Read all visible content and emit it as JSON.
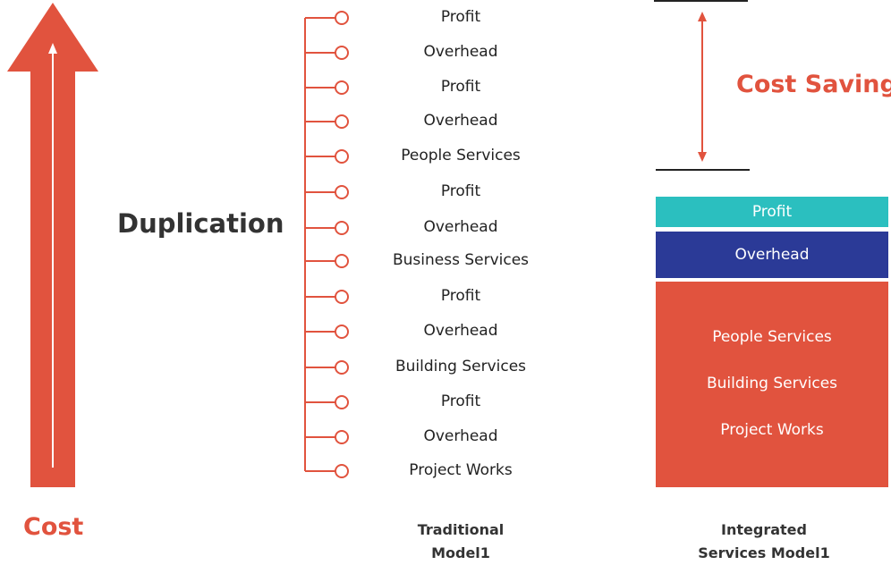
{
  "colors": {
    "accent_red": "#e1533e",
    "teal": "#2bbfbf",
    "navy": "#2b3a97",
    "dark_text": "#333333"
  },
  "left": {
    "arrow_icon": "up-arrow-icon",
    "cost_label": "Cost",
    "duplication_label": "Duplication"
  },
  "traditional": {
    "items": [
      "Profit",
      "Overhead",
      "Profit",
      "Overhead",
      "People Services",
      "Profit",
      "Overhead",
      "Business Services",
      "Profit",
      "Overhead",
      "Building Services",
      "Profit",
      "Overhead",
      "Project Works"
    ],
    "footer_line1": "Traditional",
    "footer_line2": "Model1"
  },
  "integrated": {
    "cost_saving_label": "Cost Saving",
    "profit_label": "Profit",
    "overhead_label": "Overhead",
    "services": [
      "People Services",
      "Building Services",
      "Project Works"
    ],
    "footer_line1": "Integrated",
    "footer_line2": "Services Model1"
  }
}
